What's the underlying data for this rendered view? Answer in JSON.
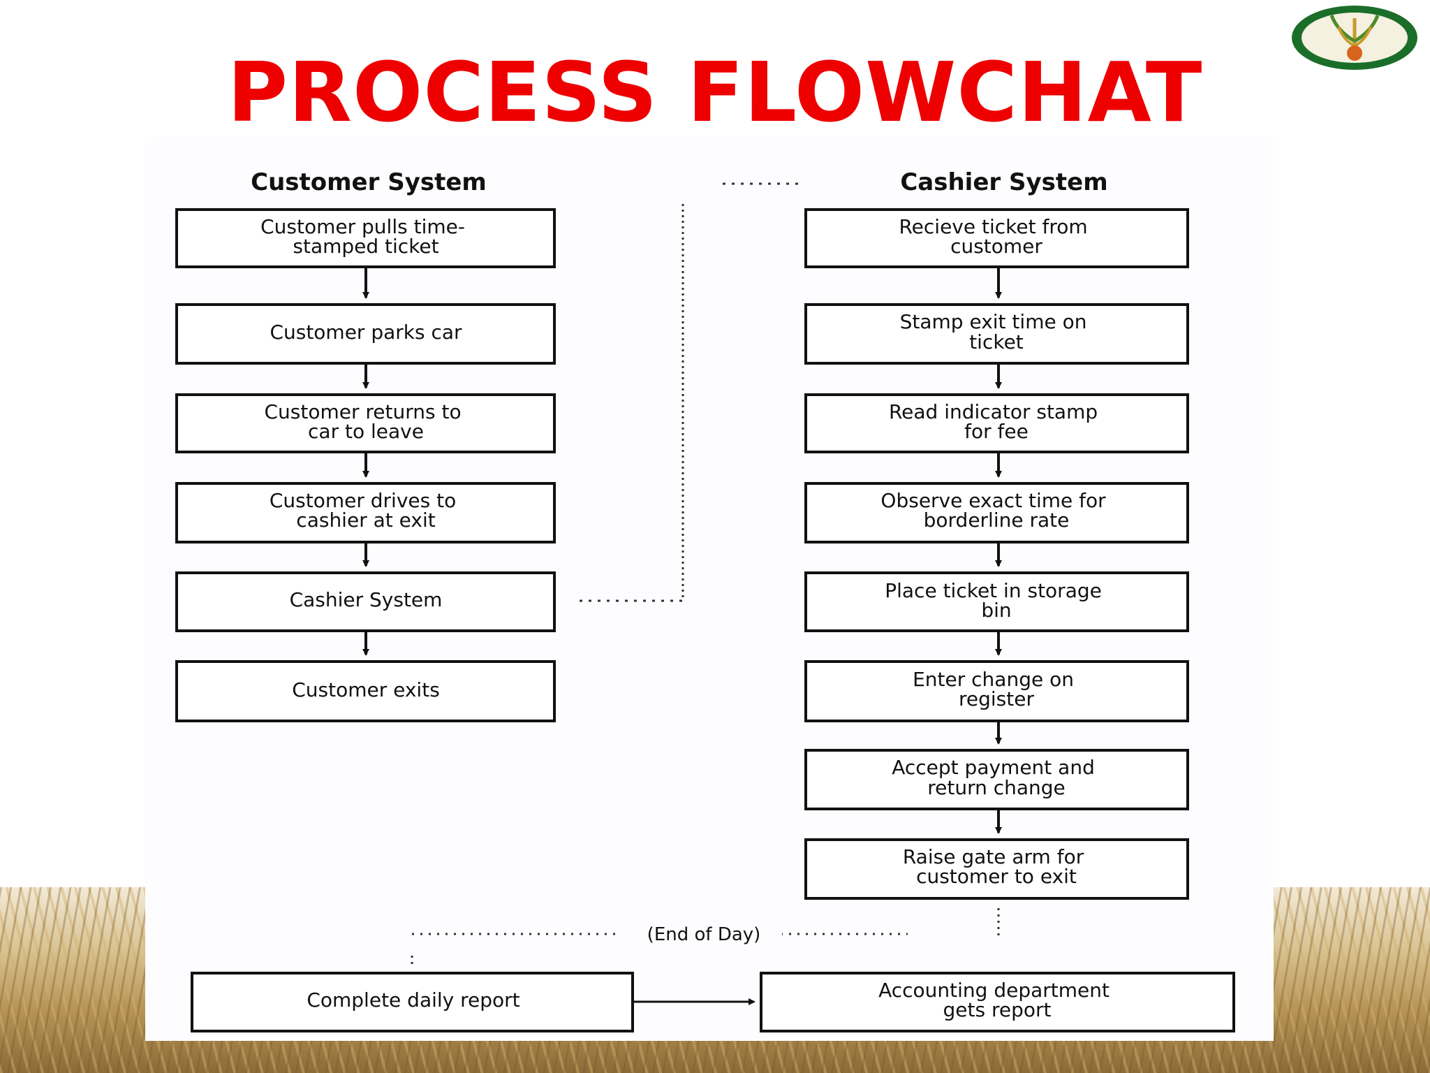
{
  "title": "PROCESS FLOWCHAT",
  "logo": {
    "icon": "wheat-emblem-icon",
    "ring_color": "#1b6e2a",
    "fruit_color": "#d8631a"
  },
  "colors": {
    "title": "#ee0000",
    "box_stroke": "#111111",
    "background": "#ffffff"
  },
  "customer_system": {
    "heading": "Customer System",
    "steps": [
      [
        "Customer pulls time-",
        "stamped ticket"
      ],
      [
        "Customer parks car"
      ],
      [
        "Customer returns to",
        "car to leave"
      ],
      [
        "Customer drives to",
        "cashier at exit"
      ],
      [
        "Cashier System"
      ],
      [
        "Customer exits"
      ]
    ]
  },
  "cashier_system": {
    "heading": "Cashier System",
    "steps": [
      [
        "Recieve ticket from",
        "customer"
      ],
      [
        "Stamp exit time on",
        "ticket"
      ],
      [
        "Read indicator stamp",
        "for fee"
      ],
      [
        "Observe exact time for",
        "borderline rate"
      ],
      [
        "Place ticket in storage",
        "bin"
      ],
      [
        "Enter change on",
        "register"
      ],
      [
        "Accept payment and",
        "return change"
      ],
      [
        "Raise gate arm for",
        "customer to exit"
      ]
    ]
  },
  "end_of_day": {
    "label": "(End of Day)",
    "steps": [
      [
        "Complete daily report"
      ],
      [
        "Accounting department",
        "gets report"
      ]
    ]
  }
}
